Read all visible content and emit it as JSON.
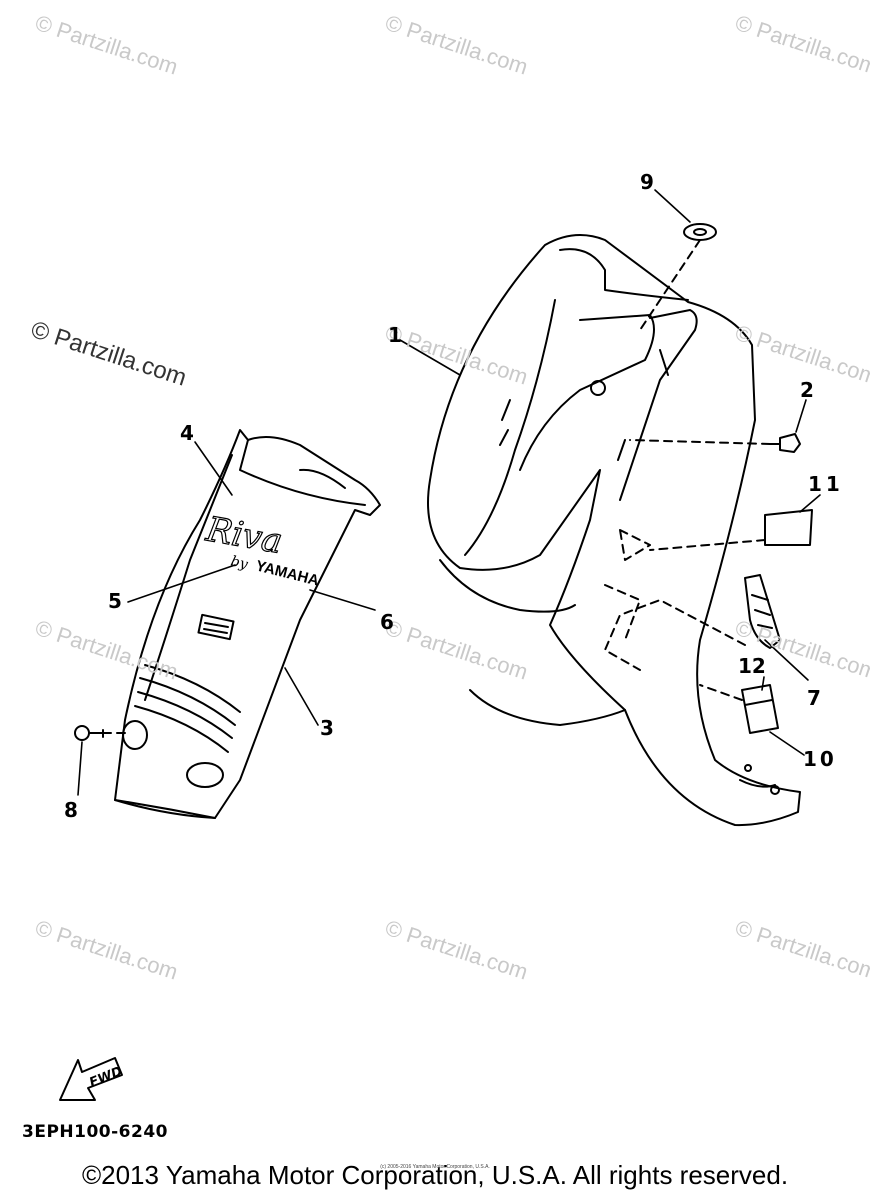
{
  "watermark": "© Partzilla.com",
  "callouts": {
    "c1": "1",
    "c2": "2",
    "c3": "3",
    "c4": "4",
    "c5": "5",
    "c6": "6",
    "c7": "7",
    "c8": "8",
    "c9": "9",
    "c10": "10",
    "c11": "11",
    "c12": "12"
  },
  "logos": {
    "riva": "Riva",
    "by": "by",
    "brand": "YAMAHA"
  },
  "fwd_label": "FWD",
  "diagram_code": "3EPH100-6240",
  "copyright": "©2013 Yamaha Motor Corporation, U.S.A. All rights reserved.",
  "copyright_small": "(c) 2005-2016 Yamaha Motor Corporation, U.S.A."
}
